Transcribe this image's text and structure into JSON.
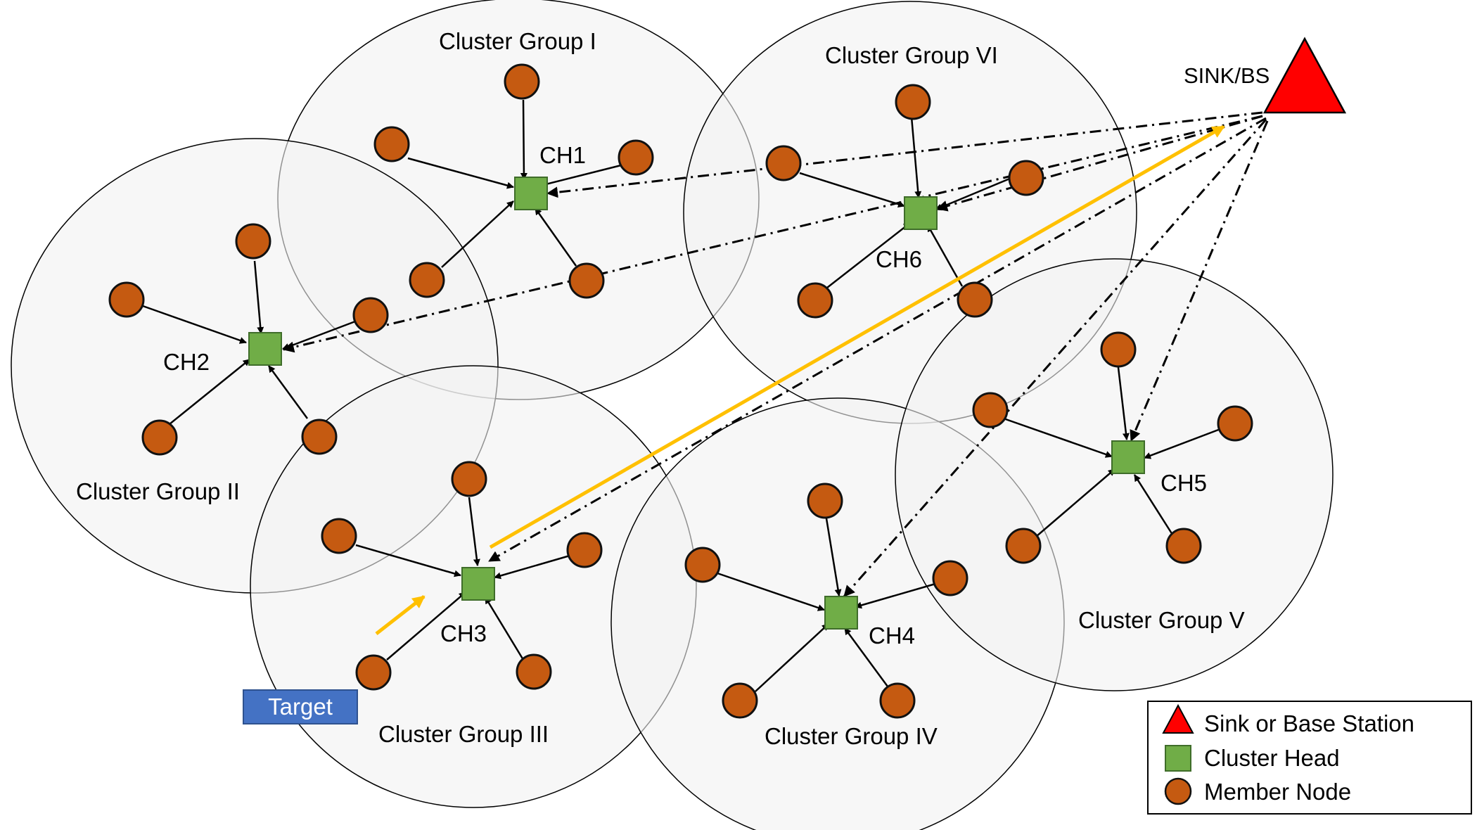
{
  "colors": {
    "member_fill": "#C55A11",
    "member_stroke": "#111111",
    "head_fill": "#70AD47",
    "head_stroke": "#3F6D2A",
    "sink_fill": "#FF0000",
    "group_fill": "#F2F2F2",
    "group_stroke": "#000000",
    "target_path": "#FFC000",
    "target_box": "#4472C4"
  },
  "sink": {
    "label": "SINK/BS",
    "icon": "red-triangle"
  },
  "target": {
    "label": "Target"
  },
  "groups": [
    {
      "id": "I",
      "label": "Cluster Group I",
      "head_label": "CH1"
    },
    {
      "id": "II",
      "label": "Cluster Group II",
      "head_label": "CH2"
    },
    {
      "id": "III",
      "label": "Cluster Group III",
      "head_label": "CH3"
    },
    {
      "id": "IV",
      "label": "Cluster Group IV",
      "head_label": "CH4"
    },
    {
      "id": "V",
      "label": "Cluster Group V",
      "head_label": "CH5"
    },
    {
      "id": "VI",
      "label": "Cluster Group VI",
      "head_label": "CH6"
    }
  ],
  "legend": {
    "items": [
      {
        "label": "Sink or Base Station",
        "icon": "triangle-icon"
      },
      {
        "label": "Cluster Head",
        "icon": "square-icon"
      },
      {
        "label": "Member Node",
        "icon": "circle-icon"
      }
    ]
  }
}
